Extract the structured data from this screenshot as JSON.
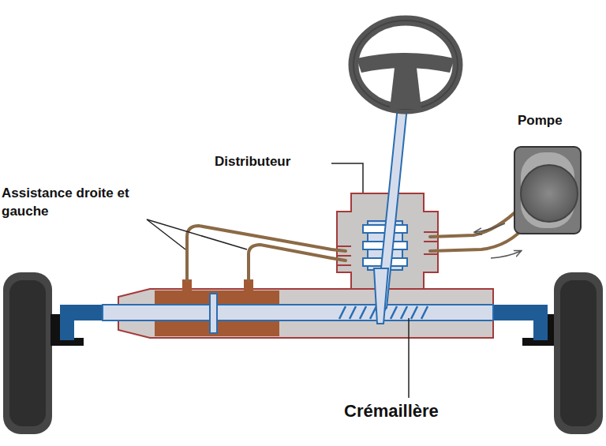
{
  "diagram": {
    "labels": [
      "Distributeur",
      "Pompe",
      "Assistance droite et gauche",
      "Crémaillère"
    ]
  }
}
